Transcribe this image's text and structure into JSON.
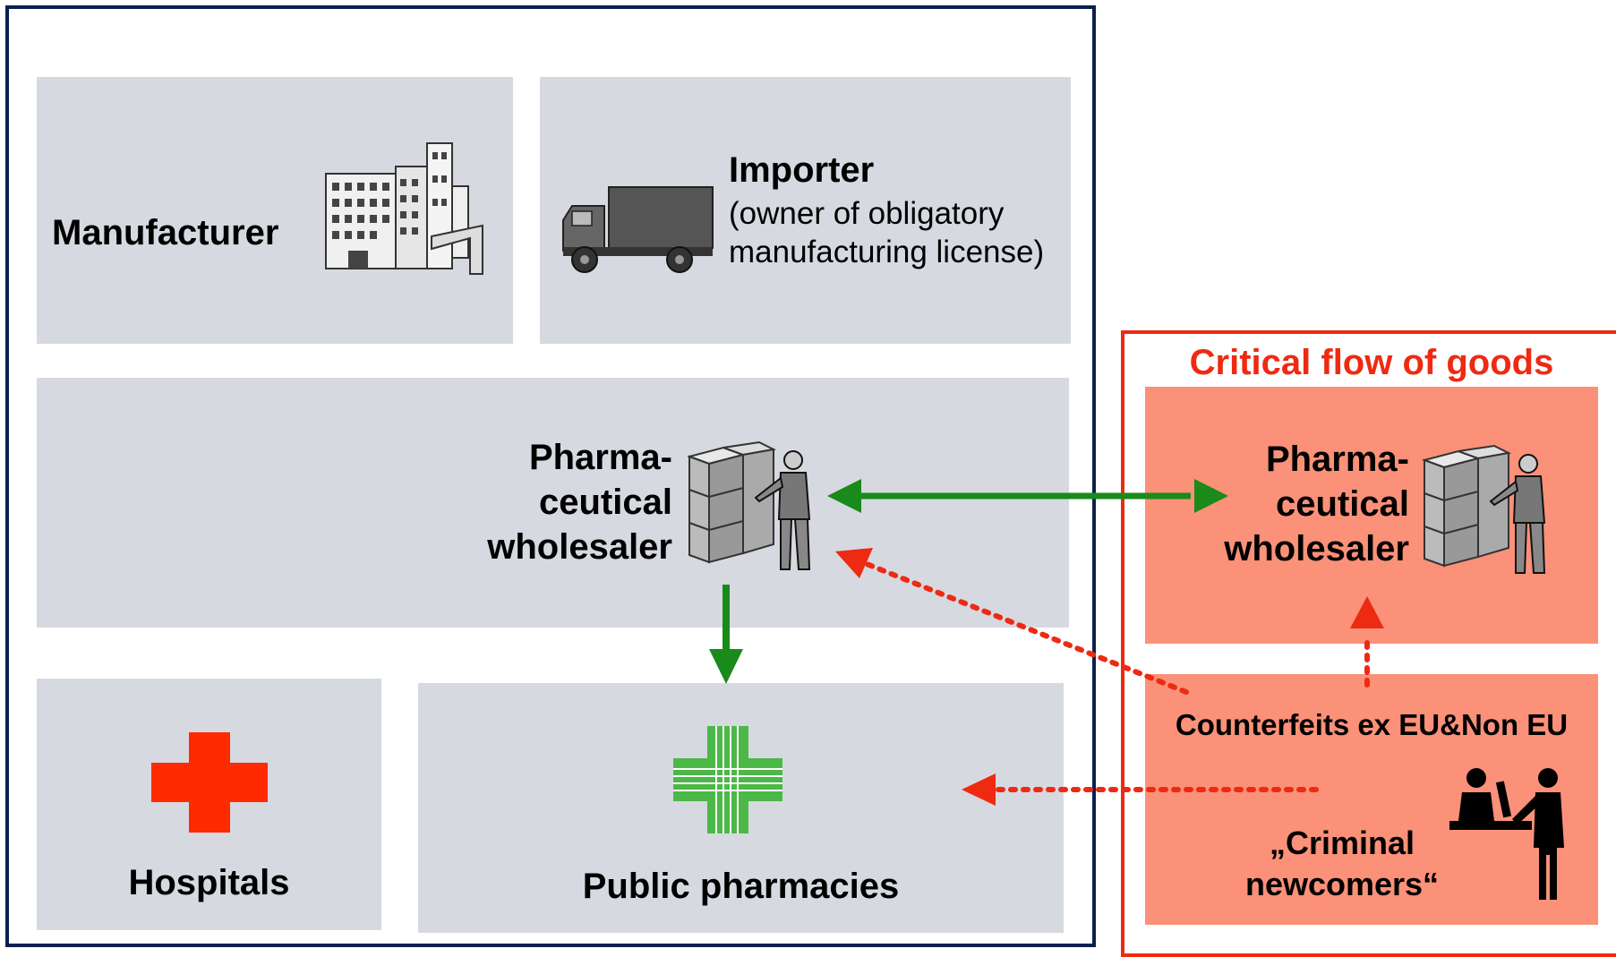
{
  "nodes": {
    "manufacturer": {
      "label": "Manufacturer"
    },
    "importer": {
      "title": "Importer",
      "subtitle_line1": "(owner of obligatory",
      "subtitle_line2": "manufacturing license)"
    },
    "wholesaler": {
      "line1": "Pharma-",
      "line2": "ceutical",
      "line3": "wholesaler"
    },
    "hospitals": {
      "label": "Hospitals"
    },
    "pharmacies": {
      "label": "Public pharmacies"
    }
  },
  "critical": {
    "title": "Critical flow of goods",
    "wholesaler": {
      "line1": "Pharma-",
      "line2": "ceutical",
      "line3": "wholesaler"
    },
    "counterfeits": "Counterfeits ex EU&Non EU",
    "criminal_line1": "„Criminal",
    "criminal_line2": "newcomers“"
  },
  "icons": [
    "factory-icon",
    "truck-icon",
    "boxes-person-icon",
    "red-cross-icon",
    "pharmacy-cross-icon",
    "reception-desk-icon"
  ],
  "colors": {
    "legal_frame": "#0d1f4d",
    "critical_frame": "#ee2a12",
    "critical_title": "#ee2a12",
    "grey_box": "#d6d9e0",
    "red_box": "#fa9178",
    "green_arrow": "#1a8a1a",
    "red_arrow": "#ee2a12"
  },
  "edges": [
    {
      "from": "wholesaler",
      "to": "critical.wholesaler",
      "style": "solid-green",
      "bidirectional": true
    },
    {
      "from": "wholesaler",
      "to": "pharmacies",
      "style": "solid-green"
    },
    {
      "from": "critical.counterfeits",
      "to": "wholesaler",
      "style": "dotted-red"
    },
    {
      "from": "critical.counterfeits",
      "to": "critical.wholesaler",
      "style": "dotted-red"
    },
    {
      "from": "critical.criminal",
      "to": "pharmacies",
      "style": "dotted-red"
    }
  ]
}
